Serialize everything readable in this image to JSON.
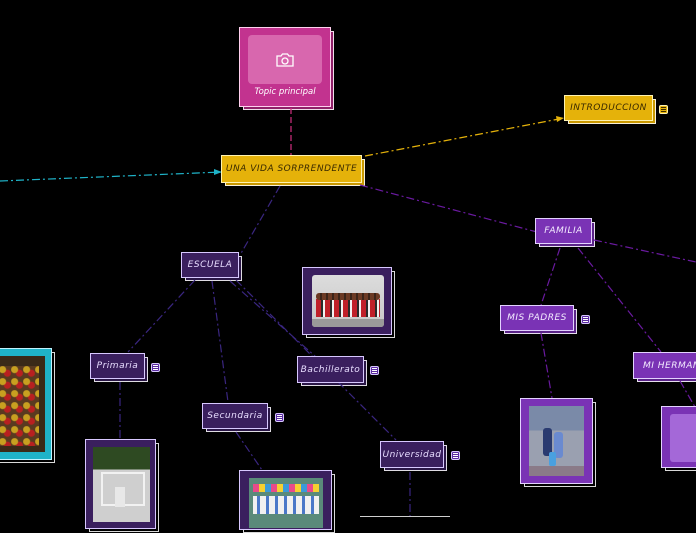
{
  "map": {
    "central": "UNA VIDA SORPRENDENTE",
    "topic_principal": "Topic principal",
    "introduccion": "INTRODUCCION",
    "familia": "FAMILIA",
    "escuela": "ESCUELA",
    "mis_padres": "MIS PADRES",
    "mi_hermano": "MI HERMAN",
    "primaria": "Primaria",
    "bachillerato": "Bachillerato",
    "secundaria": "Secundaria",
    "universidad": "Universidad"
  },
  "colors": {
    "background": "#000000",
    "yellow_node": "#e5b20a",
    "purple_node": "#7a33b5",
    "dark_node": "#3a1f5e",
    "topic_pink": "#c2338f",
    "link_cyan": "#1fb3c8",
    "link_yellow": "#e5b20a",
    "link_purple": "#6a1aa0",
    "link_pink": "#d0307f"
  },
  "icons": [
    "camera-icon",
    "notes-icon"
  ]
}
